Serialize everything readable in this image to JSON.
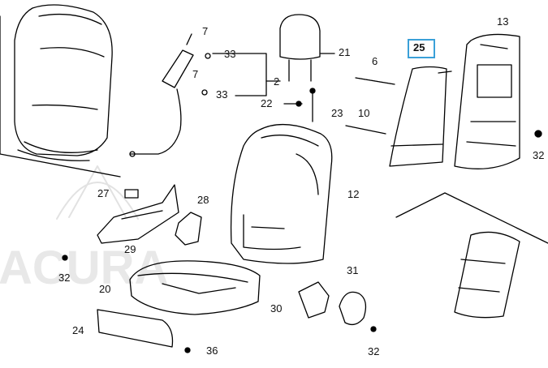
{
  "diagram": {
    "highlight_color": "#3aa0d8",
    "watermark_text": "ACURA",
    "highlighted_part": "25",
    "callouts": [
      {
        "id": "c7a",
        "text": "7"
      },
      {
        "id": "c33a",
        "text": "33"
      },
      {
        "id": "c7b",
        "text": "7"
      },
      {
        "id": "c33b",
        "text": "33"
      },
      {
        "id": "c2",
        "text": "2"
      },
      {
        "id": "c21",
        "text": "21"
      },
      {
        "id": "c22",
        "text": "22"
      },
      {
        "id": "c23",
        "text": "23"
      },
      {
        "id": "c6",
        "text": "6"
      },
      {
        "id": "c10",
        "text": "10"
      },
      {
        "id": "c13",
        "text": "13"
      },
      {
        "id": "c32a",
        "text": "32"
      },
      {
        "id": "c12",
        "text": "12"
      },
      {
        "id": "c27",
        "text": "27"
      },
      {
        "id": "c28",
        "text": "28"
      },
      {
        "id": "c29",
        "text": "29"
      },
      {
        "id": "c32b",
        "text": "32"
      },
      {
        "id": "c20",
        "text": "20"
      },
      {
        "id": "c31",
        "text": "31"
      },
      {
        "id": "c30",
        "text": "30"
      },
      {
        "id": "c24",
        "text": "24"
      },
      {
        "id": "c36",
        "text": "36"
      },
      {
        "id": "c32c",
        "text": "32"
      }
    ]
  }
}
